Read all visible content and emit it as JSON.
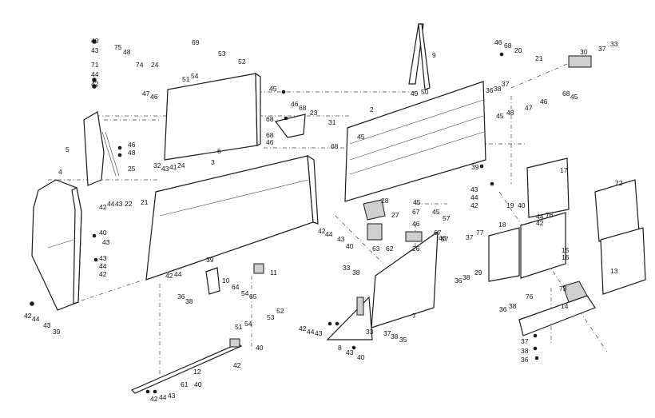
{
  "figure": {
    "type": "exploded parts diagram",
    "background": "#ffffff",
    "line_color": "#1a1a1a"
  },
  "labels": {
    "l40a": "40",
    "l43a": "43",
    "l75": "75",
    "l48a": "48",
    "l71": "71",
    "l44a": "44",
    "l42a": "42",
    "l74": "74",
    "l24a": "24",
    "l47a": "47",
    "l46a": "46",
    "l69": "69",
    "l53a": "53",
    "l52a": "52",
    "l51a": "51",
    "l54a": "54",
    "l6": "6",
    "l5": "5",
    "l46b": "46",
    "l48b": "48",
    "l4": "4",
    "l25": "25",
    "l42b": "42",
    "l43b": "43",
    "l22": "22",
    "l44b": "44",
    "l32": "32",
    "l43c": "43",
    "l41": "41",
    "l24b": "24",
    "l3": "3",
    "l21a": "21",
    "l40b": "40",
    "l43d": "43",
    "l43e": "43",
    "l44c": "44",
    "l42c": "42",
    "l42d": "42",
    "l44d": "44",
    "l43f": "43",
    "l39a": "39",
    "l39b": "39",
    "l10": "10",
    "l11": "11",
    "l42e": "42",
    "l44e": "44",
    "l36a": "36",
    "l38a": "38",
    "l64": "64",
    "l54b": "54",
    "l65": "65",
    "l51b": "51",
    "l54c": "54",
    "l53b": "53",
    "l52b": "52",
    "l40c": "40",
    "l42f": "42",
    "l12": "12",
    "l61": "61",
    "l40d": "40",
    "l42g": "42",
    "l44f": "44",
    "l43g": "43",
    "l45a": "45",
    "l68a": "68",
    "l46c": "46",
    "l68b": "68",
    "l23": "23",
    "l68c": "68",
    "l46d": "46",
    "l31": "31",
    "l68d": "68",
    "l45b": "45",
    "l9": "9",
    "l49": "49",
    "l50": "50",
    "l2": "2",
    "l28": "28",
    "l45c": "45",
    "l27": "27",
    "l45d": "45",
    "l57a": "57",
    "l67a": "67",
    "l46e": "46",
    "l67b": "67",
    "l57b": "57",
    "l46f": "46",
    "l42h": "42",
    "l44g": "44",
    "l43h": "43",
    "l40e": "40",
    "l63": "63",
    "l62": "62",
    "l26": "26",
    "l33a": "33",
    "l38b": "38",
    "l42i": "42",
    "l44h": "44",
    "l43i": "43",
    "l8": "8",
    "l33b": "33",
    "l43j": "43",
    "l40f": "40",
    "l37a": "37",
    "l38c": "38",
    "l35": "35",
    "l7": "7",
    "l46g": "46",
    "l68e": "68",
    "l20": "20",
    "l21b": "21",
    "l30": "30",
    "l37b": "37",
    "l33c": "33",
    "l36b": "36",
    "l38d": "38",
    "l37c": "37",
    "l45e": "45",
    "l48c": "48",
    "l47b": "47",
    "l46h": "46",
    "l68f": "68",
    "l45f": "45",
    "l39c": "39",
    "l17": "17",
    "l72": "72",
    "l43k": "43",
    "l44i": "44",
    "l42j": "42",
    "l19": "19",
    "l40g": "40",
    "l44j": "44",
    "l42k": "42",
    "l76a": "76",
    "l18": "18",
    "l37d": "37",
    "l77": "77",
    "l15": "15",
    "l16": "16",
    "l36c": "36",
    "l38e": "38",
    "l29": "29",
    "l13": "13",
    "l36d": "36",
    "l38f": "38",
    "l76b": "76",
    "l73": "73",
    "l14": "14",
    "l37e": "37",
    "l38g": "38",
    "l36e": "36"
  }
}
